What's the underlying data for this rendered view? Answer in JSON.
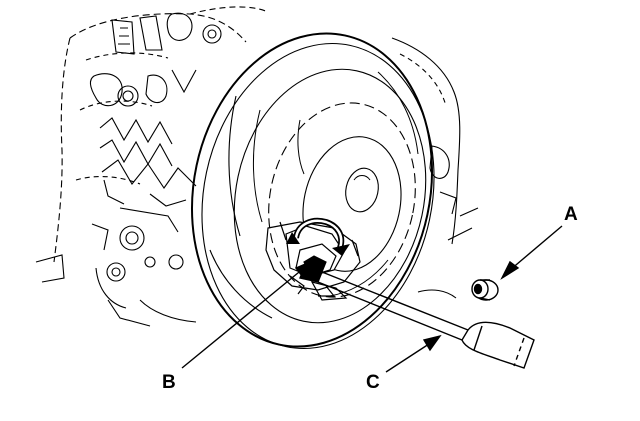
{
  "callouts": {
    "a": "A",
    "b": "B",
    "c": "C"
  },
  "colors": {
    "line": "#000000",
    "background": "#ffffff"
  },
  "icons": {
    "rotation": "rotation-arrows-icon"
  }
}
